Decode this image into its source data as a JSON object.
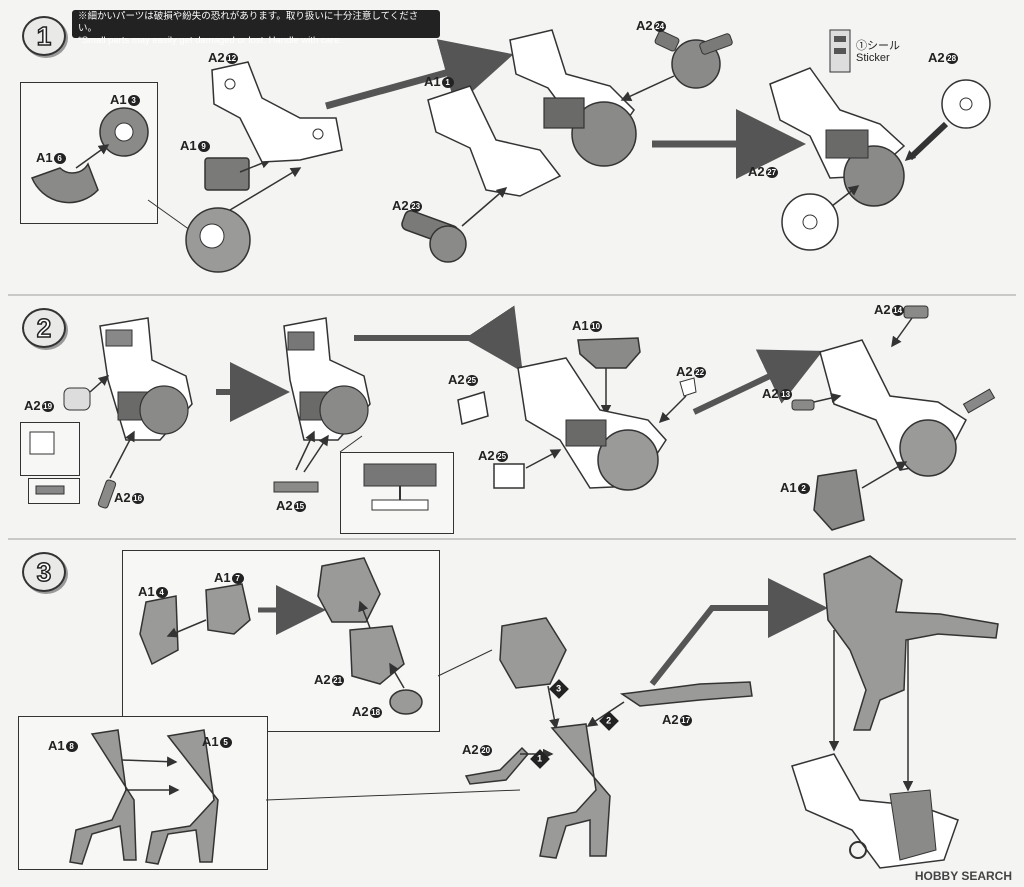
{
  "notice": {
    "line_ja": "※細かいパーツは破損や紛失の恐れがあります。取り扱いに十分注意してください。",
    "line_en": "*Small parts may easily get damaged or lost.  Handle with care."
  },
  "steps": [
    "1",
    "2",
    "3"
  ],
  "sticker": {
    "number": "①",
    "ja": "シール",
    "en": "Sticker"
  },
  "labels": {
    "s1": [
      {
        "id": "A2-12",
        "base": "A2",
        "num": "12"
      },
      {
        "id": "A1-3",
        "base": "A1",
        "num": "3"
      },
      {
        "id": "A1-6",
        "base": "A1",
        "num": "6"
      },
      {
        "id": "A1-9",
        "base": "A1",
        "num": "9"
      },
      {
        "id": "A1-1",
        "base": "A1",
        "num": "1"
      },
      {
        "id": "A2-24",
        "base": "A2",
        "num": "24"
      },
      {
        "id": "A2-23",
        "base": "A2",
        "num": "23"
      },
      {
        "id": "A2-28",
        "base": "A2",
        "num": "28"
      },
      {
        "id": "A2-27",
        "base": "A2",
        "num": "27"
      }
    ],
    "s2": [
      {
        "id": "A2-19",
        "base": "A2",
        "num": "19"
      },
      {
        "id": "A2-16",
        "base": "A2",
        "num": "16"
      },
      {
        "id": "A2-15",
        "base": "A2",
        "num": "15"
      },
      {
        "id": "A1-10",
        "base": "A1",
        "num": "10"
      },
      {
        "id": "A2-25a",
        "base": "A2",
        "num": "25"
      },
      {
        "id": "A2-25b",
        "base": "A2",
        "num": "25"
      },
      {
        "id": "A2-22",
        "base": "A2",
        "num": "22"
      },
      {
        "id": "A2-14",
        "base": "A2",
        "num": "14"
      },
      {
        "id": "A2-13",
        "base": "A2",
        "num": "13"
      },
      {
        "id": "A1-2",
        "base": "A1",
        "num": "2"
      }
    ],
    "s3": [
      {
        "id": "A1-4",
        "base": "A1",
        "num": "4"
      },
      {
        "id": "A1-7",
        "base": "A1",
        "num": "7"
      },
      {
        "id": "A2-21",
        "base": "A2",
        "num": "21"
      },
      {
        "id": "A2-18",
        "base": "A2",
        "num": "18"
      },
      {
        "id": "A1-8",
        "base": "A1",
        "num": "8"
      },
      {
        "id": "A1-5",
        "base": "A1",
        "num": "5"
      },
      {
        "id": "A2-20",
        "base": "A2",
        "num": "20"
      },
      {
        "id": "A2-17",
        "base": "A2",
        "num": "17"
      }
    ]
  },
  "order_marks": [
    "1",
    "2",
    "3"
  ],
  "watermark": "HOBBY SEARCH",
  "colors": {
    "part_gray": "#8a8a88",
    "part_light": "#ffffff",
    "line": "#333333",
    "arrow": "#555555"
  }
}
